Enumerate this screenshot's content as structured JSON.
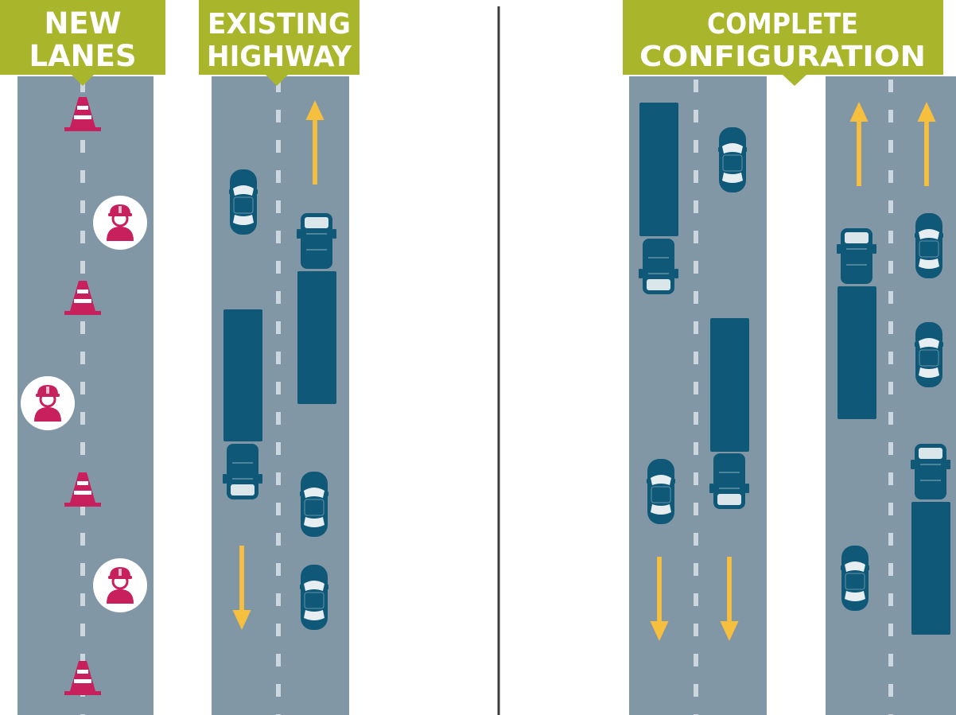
{
  "labels": {
    "new_lanes": [
      "NEW",
      "LANES"
    ],
    "existing_highway": [
      "EXISTING",
      "HIGHWAY"
    ],
    "complete_configuration": [
      "COMPLETE",
      "CONFIGURATION"
    ]
  },
  "colors": {
    "road": "#8297a5",
    "lane_dash": "#ccd6de",
    "label_bg": "#a9b52a",
    "vehicle": "#0f5878",
    "cone": "#c7205d",
    "worker": "#c7205d",
    "arrow": "#f6bf3e",
    "divider": "#3d3d3d"
  },
  "icons": [
    "traffic-cone-icon",
    "construction-worker-icon",
    "car-icon",
    "truck-icon",
    "direction-arrow-icon"
  ]
}
